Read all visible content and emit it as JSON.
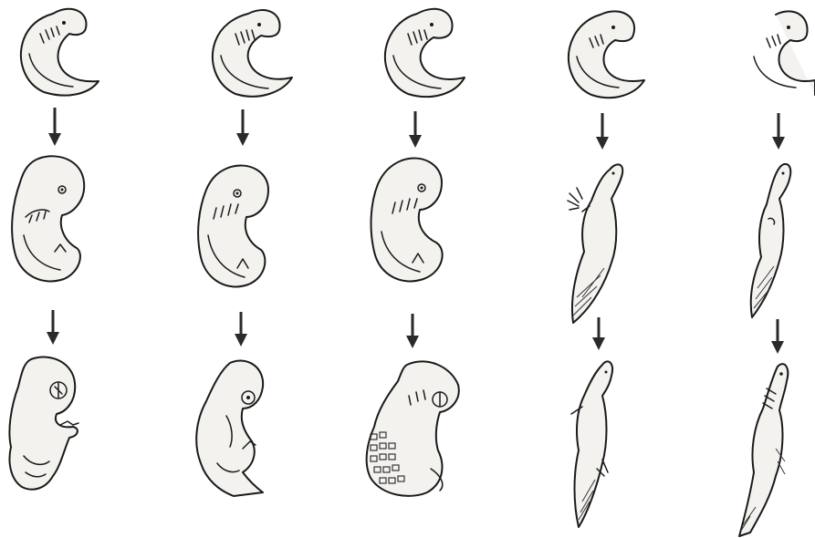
{
  "figure": {
    "columns": [
      {
        "key": "human",
        "stages": 3
      },
      {
        "key": "mammal",
        "stages": 3
      },
      {
        "key": "reptile",
        "stages": 3
      },
      {
        "key": "salamander",
        "stages": 3
      },
      {
        "key": "fish",
        "stages": 3
      }
    ]
  },
  "colors": {
    "ink": "#1a1a1a",
    "paper": "#ffffff",
    "fill": "#f4f2ee",
    "arrow": "#2a2a2a"
  }
}
